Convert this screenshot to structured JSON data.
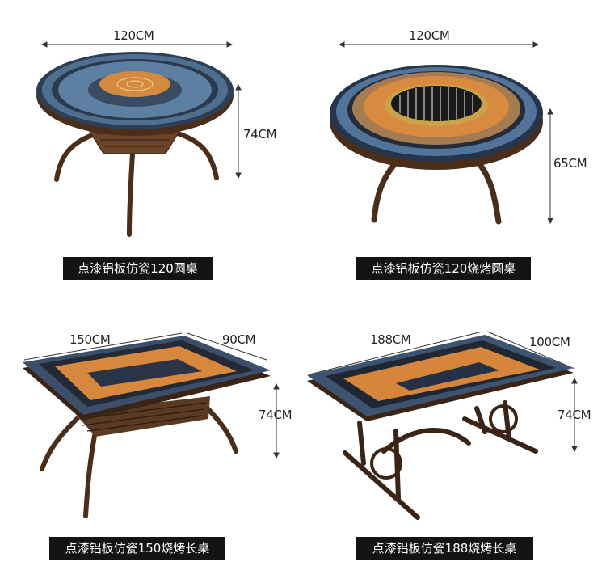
{
  "products": [
    {
      "name": "点漆铝板仿瓷120圆桌",
      "width_label": "120CM",
      "height_label": "74CM"
    },
    {
      "name": "点漆铝板仿瓷120烧烤圆桌",
      "width_label": "120CM",
      "height_label": "65CM"
    },
    {
      "name": "点漆铝板仿瓷150烧烤长桌",
      "width_label": "150CM",
      "depth_label": "90CM",
      "height_label": "74CM"
    },
    {
      "name": "点漆铝板仿瓷188烧烤长桌",
      "width_label": "188CM",
      "depth_label": "100CM",
      "height_label": "74CM"
    }
  ],
  "colors": {
    "bronze": "#5a3a22",
    "tile_blue": "#4a6a8c",
    "tile_orange": "#d98a3c",
    "caption_bg": "#141414"
  }
}
